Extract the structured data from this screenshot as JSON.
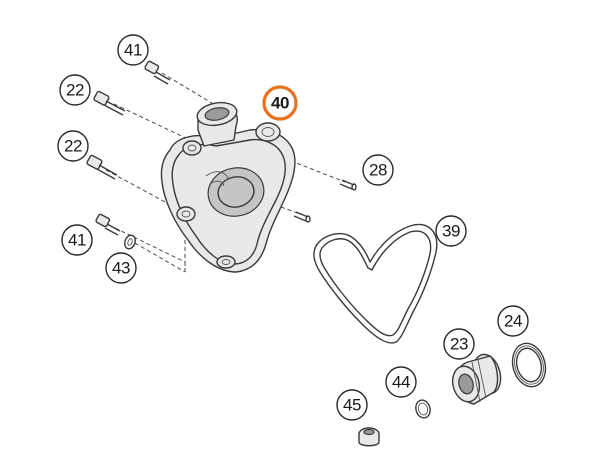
{
  "diagram": {
    "highlight_color": "#e8731f",
    "callouts": [
      {
        "id": "c41a",
        "label": "41"
      },
      {
        "id": "c22a",
        "label": "22"
      },
      {
        "id": "c22b",
        "label": "22"
      },
      {
        "id": "c40",
        "label": "40",
        "highlighted": true
      },
      {
        "id": "c28",
        "label": "28"
      },
      {
        "id": "c39",
        "label": "39"
      },
      {
        "id": "c41b",
        "label": "41"
      },
      {
        "id": "c43",
        "label": "43"
      },
      {
        "id": "c24",
        "label": "24"
      },
      {
        "id": "c23",
        "label": "23"
      },
      {
        "id": "c44",
        "label": "44"
      },
      {
        "id": "c45",
        "label": "45"
      }
    ]
  }
}
